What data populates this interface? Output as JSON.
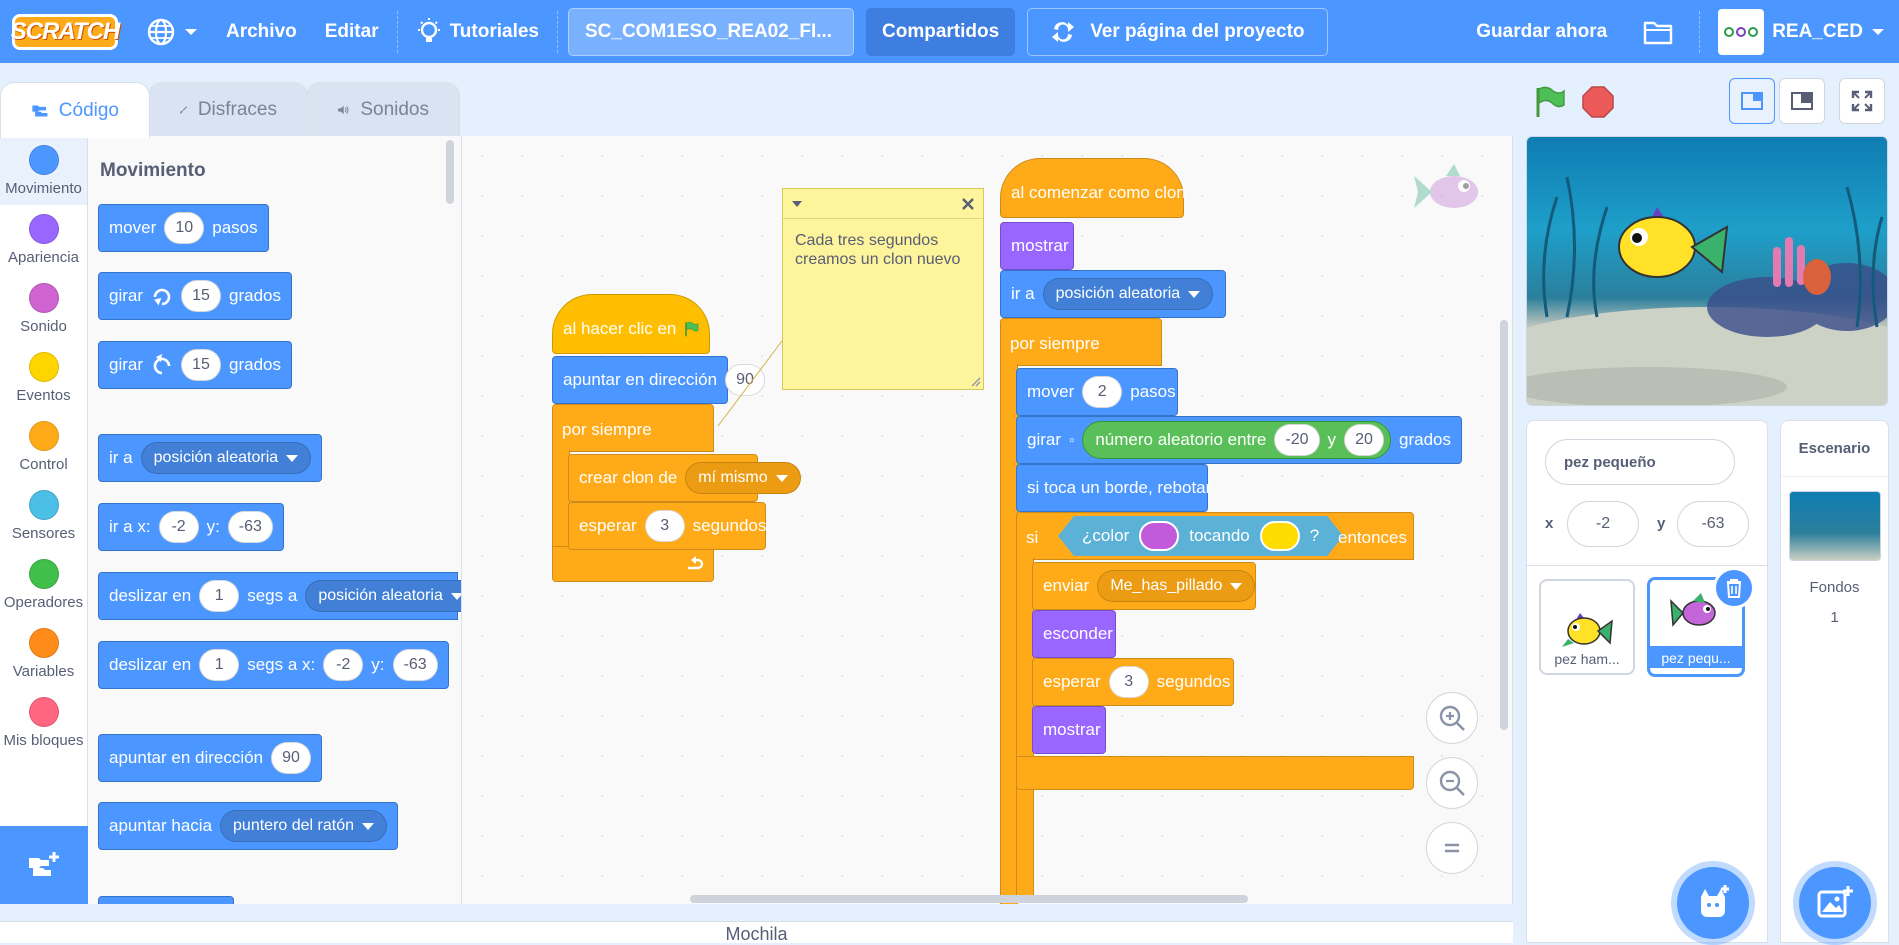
{
  "menubar": {
    "logo": "SCRATCH",
    "file": "Archivo",
    "edit": "Editar",
    "tutorials": "Tutoriales",
    "project_title": "SC_COM1ESO_REA02_FI...",
    "share": "Compartidos",
    "see_page": "Ver página del proyecto",
    "save_now": "Guardar ahora",
    "user": "REA_CED"
  },
  "tabs": {
    "code": "Código",
    "costumes": "Disfraces",
    "sounds": "Sonidos"
  },
  "categories": [
    {
      "label": "Movimiento",
      "color": "#4c97ff"
    },
    {
      "label": "Apariencia",
      "color": "#9966ff"
    },
    {
      "label": "Sonido",
      "color": "#cf63cf"
    },
    {
      "label": "Eventos",
      "color": "#ffd500"
    },
    {
      "label": "Control",
      "color": "#ffab19"
    },
    {
      "label": "Sensores",
      "color": "#4cbfe6"
    },
    {
      "label": "Operadores",
      "color": "#40bf4a"
    },
    {
      "label": "Variables",
      "color": "#ff8c1a"
    },
    {
      "label": "Mis bloques",
      "color": "#ff6680"
    }
  ],
  "palette": {
    "title": "Movimiento",
    "b_move": {
      "a": "mover",
      "v": "10",
      "b": "pasos"
    },
    "b_turn_r": {
      "a": "girar",
      "v": "15",
      "b": "grados"
    },
    "b_turn_l": {
      "a": "girar",
      "v": "15",
      "b": "grados"
    },
    "b_goto": {
      "a": "ir a",
      "d": "posición aleatoria"
    },
    "b_gotoxy": {
      "a": "ir a x:",
      "x": "-2",
      "y_lbl": "y:",
      "y": "-63"
    },
    "b_glide": {
      "a": "deslizar en",
      "v": "1",
      "b": "segs a",
      "d": "posición aleatoria"
    },
    "b_glidexy": {
      "a": "deslizar en",
      "v": "1",
      "b": "segs a x:",
      "x": "-2",
      "y_lbl": "y:",
      "y": "-63"
    },
    "b_point": {
      "a": "apuntar en dirección",
      "v": "90"
    },
    "b_towards": {
      "a": "apuntar hacia",
      "d": "puntero del ratón"
    }
  },
  "script1": {
    "hat": "al hacer clic en",
    "point": "apuntar en dirección",
    "point_v": "90",
    "forever": "por siempre",
    "clone": "crear clon de",
    "clone_d": "mí mismo",
    "wait": "esperar",
    "wait_v": "3",
    "wait_b": "segundos"
  },
  "note": {
    "text": "Cada tres segundos creamos un clon nuevo"
  },
  "script2": {
    "hat": "al comenzar como clon",
    "show": "mostrar",
    "goto": "ir a",
    "goto_d": "posición aleatoria",
    "forever": "por siempre",
    "move": "mover",
    "move_v": "2",
    "move_b": "pasos",
    "turn": "girar",
    "op": "número aleatorio entre",
    "op_a": "-20",
    "op_y": "y",
    "op_b": "20",
    "turn_b": "grados",
    "bounce": "si toca un borde, rebotar",
    "if": "si",
    "sense_a": "¿color",
    "sense_b": "tocando",
    "sense_q": "?",
    "then": "entonces",
    "broadcast": "enviar",
    "broadcast_d": "Me_has_pillado",
    "hide": "esconder",
    "wait": "esperar",
    "wait_v": "3",
    "wait_b": "segundos",
    "show2": "mostrar"
  },
  "sprite_info": {
    "name": "pez pequeño",
    "x_lbl": "x",
    "x": "-2",
    "y_lbl": "y",
    "y": "-63"
  },
  "sprites": [
    {
      "name": "pez ham..."
    },
    {
      "name": "pez pequ..."
    }
  ],
  "stage_pane": {
    "title": "Escenario",
    "backdrops_lbl": "Fondos",
    "backdrops_count": "1"
  },
  "backpack": "Mochila",
  "colors": {
    "accent": "#4c97ff",
    "control": "#ffab19",
    "looks": "#9966ff",
    "sensing": "#5cb1d6",
    "operators": "#59c059"
  }
}
